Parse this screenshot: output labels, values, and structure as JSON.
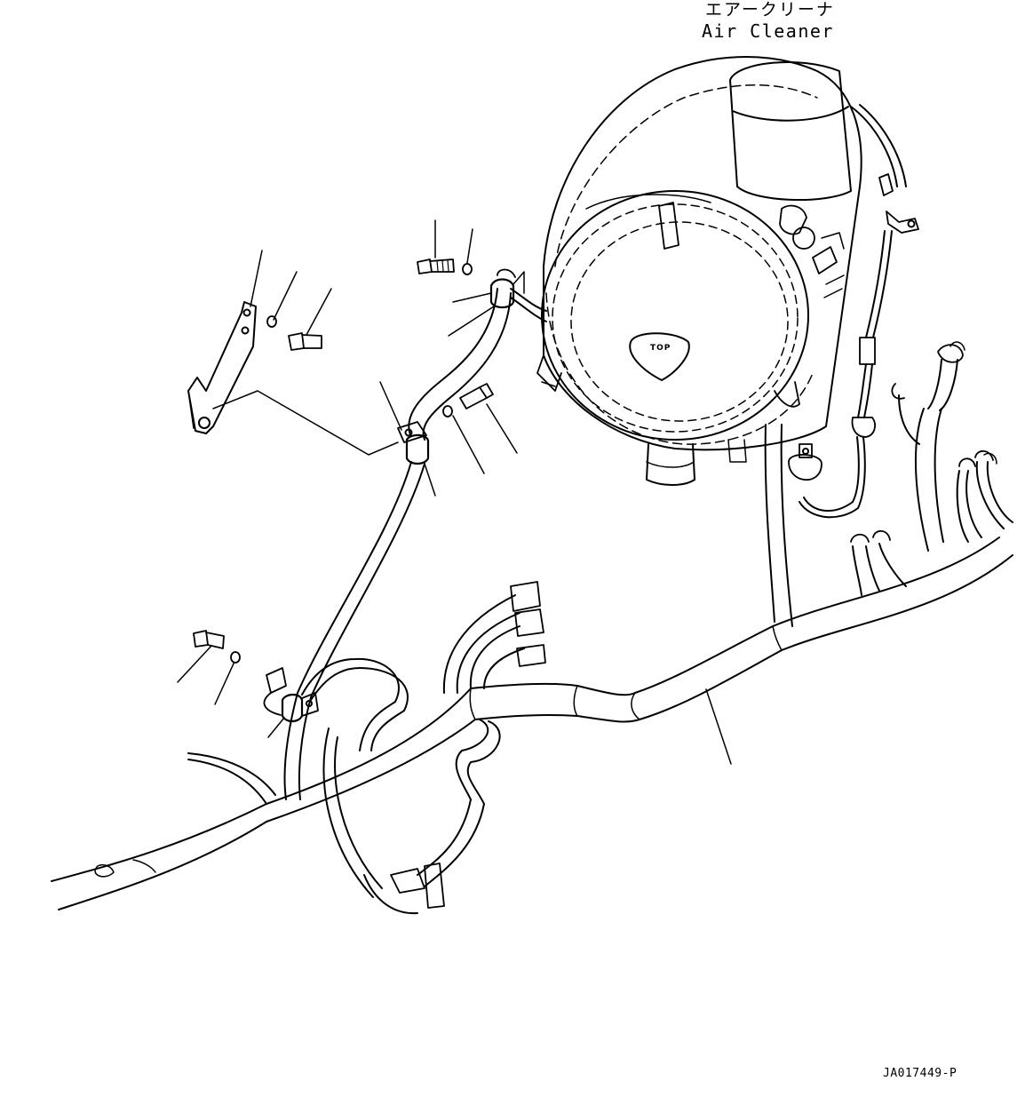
{
  "labels": {
    "component_jp": "エアークリーナ",
    "component_en": "Air Cleaner",
    "drawing_code": "JA017449-P",
    "top_mark": "TOP"
  }
}
